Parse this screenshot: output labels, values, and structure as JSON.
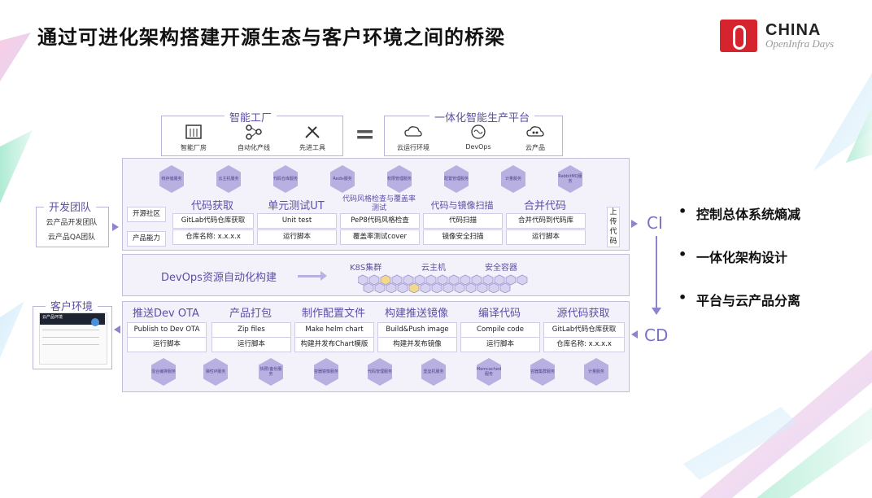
{
  "title": "通过可进化架构搭建开源生态与客户环境之间的桥梁",
  "logo": {
    "brand": "CHINA",
    "sub": "OpenInfra Days",
    "color": "#d6242e"
  },
  "factory": {
    "label": "智能工厂",
    "items": [
      "智能厂房",
      "自动化产线",
      "先进工具"
    ]
  },
  "equals": "=",
  "platform": {
    "label": "一体化智能生产平台",
    "items": [
      "云运行环境",
      "DevOps",
      "云产品"
    ]
  },
  "top_services": [
    "统存储服务",
    "云主机服务",
    "代码仓库服务",
    "Redis服务",
    "权限管理服务",
    "配置管理服务",
    "计量服务",
    "RabbitMQ服务"
  ],
  "dev_team": {
    "label": "开发团队",
    "items": [
      "云产品开发团队",
      "云产品QA团队"
    ]
  },
  "side_tags": [
    "开源社区",
    "产品能力"
  ],
  "ci_stages": [
    {
      "title": "代码获取",
      "r1": "GitLab代码仓库获取",
      "r2": "仓库名称: x.x.x.x"
    },
    {
      "title": "单元测试UT",
      "r1": "Unit test",
      "r2": "运行脚本"
    },
    {
      "title": "代码风格检查与覆盖率测试",
      "r1": "PeP8代码风格检查",
      "r2": "覆盖率测试cover"
    },
    {
      "title": "代码与镜像扫描",
      "r1": "代码扫描",
      "r2": "镜像安全扫描"
    },
    {
      "title": "合并代码",
      "r1": "合并代码到代码库",
      "r2": "运行脚本"
    }
  ],
  "upload": "上传代码",
  "ci": "CI",
  "cd": "CD",
  "devops": {
    "label": "DevOps资源自动化构建",
    "tags": [
      "K8S集群",
      "云主机",
      "安全容器"
    ]
  },
  "customer": {
    "label": "客户环境",
    "screen_title": "云产品环境"
  },
  "cd_stages": [
    {
      "title": "推送Dev OTA",
      "r1": "Publish to Dev OTA",
      "r2": "运行脚本"
    },
    {
      "title": "产品打包",
      "r1": "Zip files",
      "r2": "运行脚本"
    },
    {
      "title": "制作配置文件",
      "r1": "Make helm chart",
      "r2": "构建并发布Chart模版"
    },
    {
      "title": "构建推送镜像",
      "r1": "Build&Push image",
      "r2": "构建并发布镜像"
    },
    {
      "title": "编译代码",
      "r1": "Compile code",
      "r2": "运行脚本"
    },
    {
      "title": "源代码获取",
      "r1": "GitLab代码仓库获取",
      "r2": "仓库名称: x.x.x.x"
    }
  ],
  "bottom_services": [
    "混合编排服务",
    "弹性IP服务",
    "快照/备份服务",
    "容器镜像服务",
    "代码管理服务",
    "堡垒机服务",
    "Memcached服务",
    "容器集群服务",
    "计量服务"
  ],
  "bullets": [
    "控制总体系统熵减",
    "一体化架构设计",
    "平台与云产品分离"
  ],
  "colors": {
    "accent": "#5b4fa8",
    "hex": "#b8b0e0",
    "panel": "#f3f2fa"
  }
}
